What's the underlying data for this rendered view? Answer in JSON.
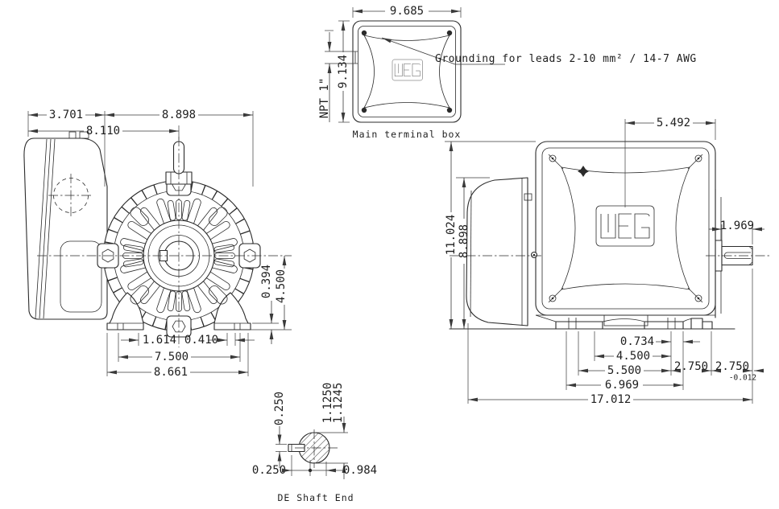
{
  "colors": {
    "line": "#2b2b2b",
    "dim_line": "#3a3a3a",
    "background": "#ffffff"
  },
  "logo": {
    "brand": "WEG"
  },
  "terminal_box_view": {
    "caption": "Main terminal box",
    "width": "9.685",
    "height": "9.134",
    "conduit": "NPT 1\"",
    "grounding_note": "Grounding for leads 2-10 mm² / 14-7 AWG"
  },
  "front_view": {
    "box_depth": "3.701",
    "body_width": "8.898",
    "center_offset": "8.110",
    "pad_height": "0.394",
    "shaft_height": "4.500",
    "foot_dim1": "1.614",
    "foot_dim2": "0.410",
    "foot_span": "7.500",
    "base_width": "8.661"
  },
  "side_view": {
    "tbox_offset": "5.492",
    "overall_height": "11.024",
    "body_height": "8.898",
    "shaft_length": "1.969",
    "foot_dim1": "0.734",
    "foot_spacing": "4.500",
    "foot_span": "5.500",
    "dim_2f_a": "2.750",
    "dim_2f_b": "2.750",
    "dim_2f_b_tol": "-0.012",
    "foot_overall": "6.969",
    "overall_length": "17.012"
  },
  "shaft_detail": {
    "caption": "DE Shaft End",
    "key_width": "0.250",
    "key_offset": "0.250",
    "dia_max": "1.1250",
    "dia_min": "1.1245",
    "flat": "0.984"
  }
}
